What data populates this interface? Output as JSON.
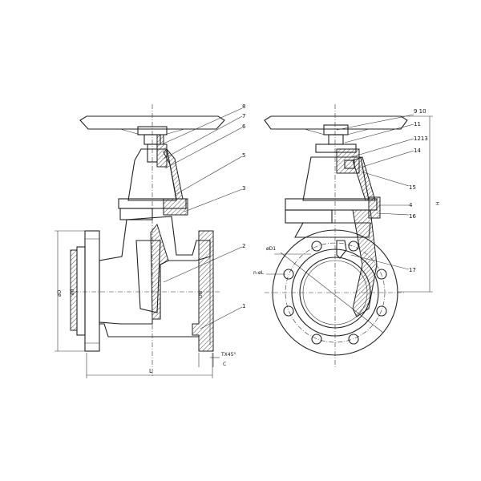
{
  "callouts": {
    "c1": "1",
    "c2": "2",
    "c3": "3",
    "c4": "4",
    "c6": "6",
    "c7": "7",
    "c8": "8",
    "c910": "9 10",
    "c11": "11",
    "c1213": "1213",
    "c14": "14",
    "c15": "15",
    "c16": "16",
    "c17": "17"
  },
  "dimensions": {
    "D": "øD",
    "d": "ød",
    "DN": "DN",
    "L": "L",
    "H": "H",
    "chamfer": "TX45°",
    "C": "C",
    "D1": "øD1",
    "bolts": "n-øL"
  }
}
